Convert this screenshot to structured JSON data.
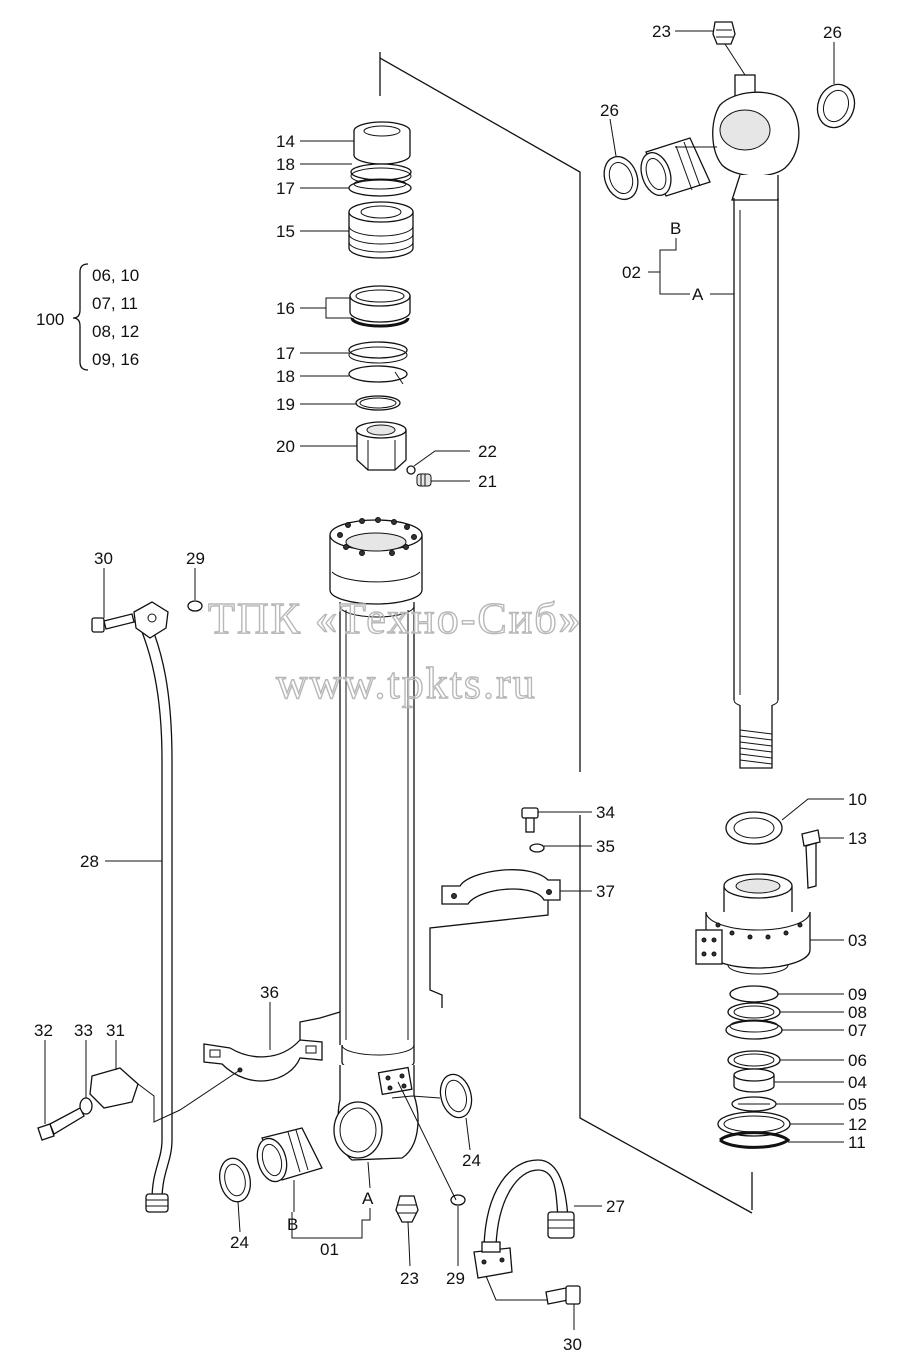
{
  "watermark": {
    "line1": "ТПК «Техно-Сиб»",
    "line2": "www.tpkts.ru"
  },
  "kit": {
    "number": "100",
    "rows": [
      "06, 10",
      "07, 11",
      "08, 12",
      "09, 16"
    ]
  },
  "assembly_labels": {
    "a": "A",
    "b": "B",
    "rod_group": "02",
    "tube_group": "01"
  },
  "callouts": {
    "p14": "14",
    "p18a": "18",
    "p17a": "17",
    "p15": "15",
    "p16": "16",
    "p17b": "17",
    "p18b": "18",
    "p19": "19",
    "p20": "20",
    "p22": "22",
    "p21": "21",
    "p23top": "23",
    "p26a": "26",
    "p26b": "26",
    "p10": "10",
    "p13": "13",
    "p03": "03",
    "p09": "09",
    "p08": "08",
    "p07": "07",
    "p06": "06",
    "p04": "04",
    "p05": "05",
    "p12": "12",
    "p11": "11",
    "p30top": "30",
    "p29top": "29",
    "p28": "28",
    "p34": "34",
    "p35": "35",
    "p37": "37",
    "p36": "36",
    "p32": "32",
    "p33": "33",
    "p31": "31",
    "p24a": "24",
    "p24b": "24",
    "p23bot": "23",
    "p29bot": "29",
    "p27": "27",
    "p30bot": "30"
  }
}
